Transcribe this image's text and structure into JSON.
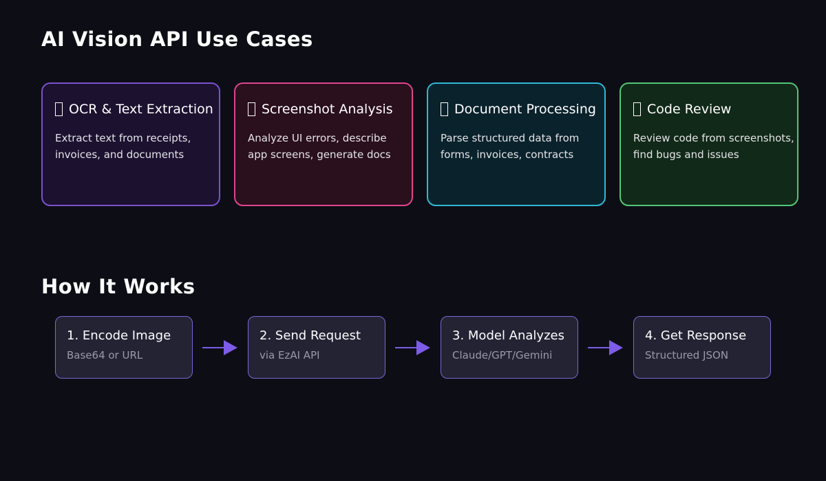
{
  "headings": {
    "use_cases": "AI Vision API Use Cases",
    "how_it_works": "How It Works"
  },
  "use_cases": [
    {
      "icon": "ocr-emoji-placeholder-icon",
      "title": "OCR & Text Extraction",
      "body_line1": "Extract text from receipts,",
      "body_line2": "invoices, and documents",
      "border_color": "#7b52cf",
      "bg_color": "#1d1130"
    },
    {
      "icon": "screenshot-emoji-placeholder-icon",
      "title": "Screenshot Analysis",
      "body_line1": "Analyze UI errors, describe",
      "body_line2": "app screens, generate docs",
      "border_color": "#e0458e",
      "bg_color": "#2a0f1d"
    },
    {
      "icon": "document-emoji-placeholder-icon",
      "title": "Document Processing",
      "body_line1": "Parse structured data from",
      "body_line2": "forms, invoices, contracts",
      "border_color": "#2fb9d8",
      "bg_color": "#0a222b"
    },
    {
      "icon": "code-review-emoji-placeholder-icon",
      "title": "Code Review",
      "body_line1": "Review code from screenshots,",
      "body_line2": "find bugs and issues",
      "border_color": "#52c878",
      "bg_color": "#112918"
    }
  ],
  "steps": [
    {
      "title": "1. Encode Image",
      "subtitle": "Base64 or URL"
    },
    {
      "title": "2. Send Request",
      "subtitle": "via EzAI API"
    },
    {
      "title": "3. Model Analyzes",
      "subtitle": "Claude/GPT/Gemini"
    },
    {
      "title": "4. Get Response",
      "subtitle": "Structured JSON"
    }
  ],
  "colors": {
    "page_bg": "#0d0e15",
    "arrow": "#7c5ce8",
    "step_border": "#7a68d8",
    "step_bg": "#232334",
    "subtitle_text": "#9a9aa6"
  }
}
